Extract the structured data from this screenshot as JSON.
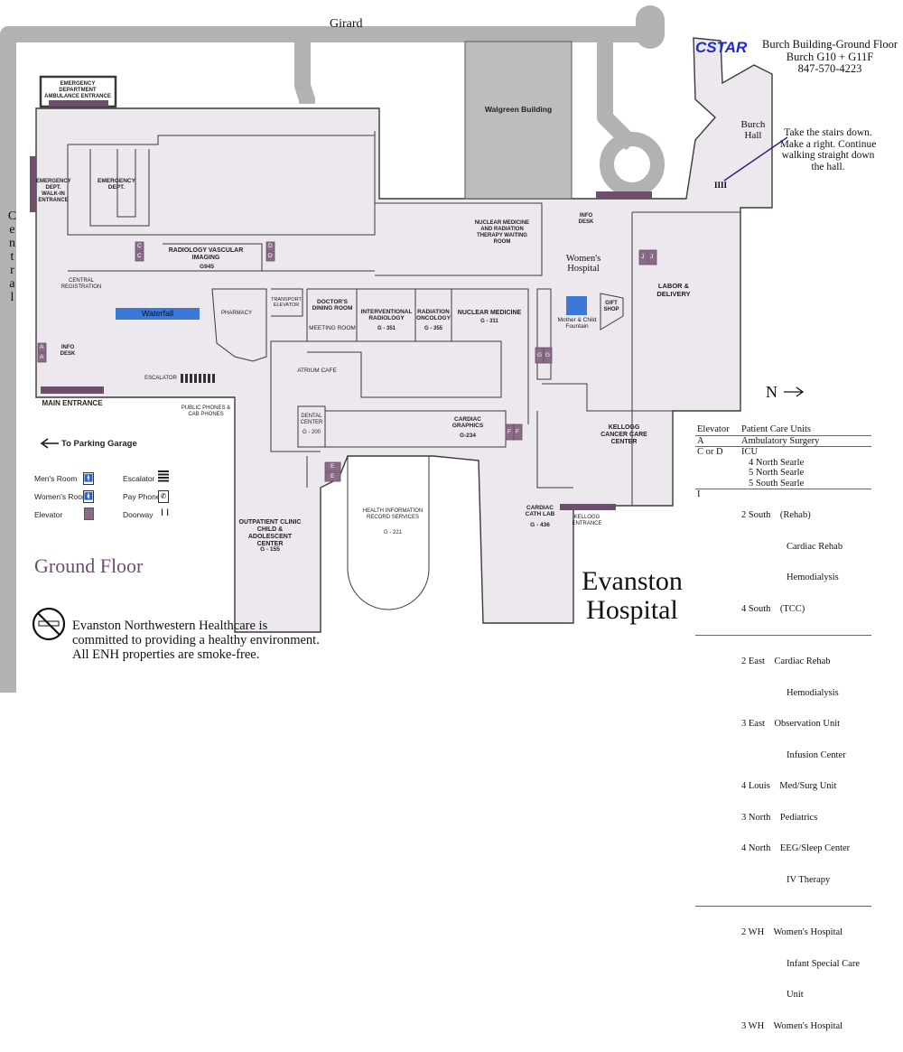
{
  "streets": {
    "top": "Girard",
    "left": "Central"
  },
  "header": {
    "logo": "CSTAR",
    "building": "Burch Building-Ground Floor",
    "rooms": "Burch G10 + G11F",
    "phone": "847-570-4223"
  },
  "directions": {
    "building_label": "Burch Hall",
    "text": "Take the stairs down. Make a right. Continue walking straight down the hall.",
    "marker": "IIII"
  },
  "map_title": "Ground Floor",
  "hospital_name": [
    "Evanston",
    "Hospital"
  ],
  "north": "N",
  "rooms": {
    "emergency_ambulance": "EMERGENCY DEPARTMENT AMBULANCE ENTRANCE",
    "emergency_walkin": "EMERGENCY DEPT. WALK-IN ENTRANCE",
    "emergency_dept": "EMERGENCY DEPT.",
    "walgreen": "Walgreen Building",
    "nuclear_therapy": "NUCLEAR MEDICINE AND RADIATION THERAPY WAITING ROOM",
    "info_desk_top": "INFO DESK",
    "info_desk_left": "INFO DESK",
    "womens_hospital": "Women's Hospital",
    "labor": "LABOR & DELIVERY",
    "gift_shop": "GIFT SHOP",
    "fountain": "Mother & Child Fountain",
    "radiology": "RADIOLOGY VASCULAR IMAGING",
    "radiology_num": "G945",
    "central_reg": "CENTRAL REGISTRATION",
    "waterfall": "Waterfall",
    "pharmacy": "PHARMACY",
    "transport": "TRANSPORT ELEVATOR",
    "doctors_dining": "DOCTOR'S DINING ROOM",
    "meeting": "MEETING ROOM",
    "interventional": "INTERVENTIONAL RADIOLOGY",
    "interventional_num": "G - 351",
    "rad_onc": "RADIATION ONCOLOGY",
    "rad_onc_num": "G - 355",
    "nuc_med": "NUCLEAR MEDICINE",
    "nuc_med_num": "G - 311",
    "atrium": "ATRIUM CAFE",
    "escalator": "ESCALATOR",
    "main_entrance": "MAIN ENTRANCE",
    "public_phones": "PUBLIC PHONES & CAB PHONES",
    "dental": "DENTAL CENTER",
    "dental_num": "G - 200",
    "cardiac_graphics": "CARDIAC GRAPHICS",
    "cardiac_graphics_num": "G-234",
    "kellogg_cc": "KELLOGG CANCER CARE CENTER",
    "parking": "To Parking Garage",
    "outpatient": "OUTPATIENT CLINIC CHILD & ADOLESCENT CENTER",
    "outpatient_num": "G - 155",
    "him": "HEALTH INFORMATION RECORD SERVICES",
    "him_num": "G - 221",
    "cath_lab": "CARDIAC CATH LAB",
    "cath_lab_num": "G - 436",
    "kellogg_entrance": "KELLOGG ENTRANCE"
  },
  "legend": {
    "mens": "Men's Room",
    "womens": "Women's Room",
    "elevator": "Elevator",
    "escalator": "Escalator",
    "payphone": "Pay Phone",
    "doorway": "Doorway"
  },
  "elevator_letters": [
    "A",
    "A",
    "C",
    "C",
    "D",
    "D",
    "G",
    "G",
    "J",
    "J",
    "F",
    "F",
    "E",
    "E"
  ],
  "smoke_free": [
    "Evanston Northwestern Healthcare is",
    "committed to providing a healthy environment.",
    "All ENH properties are smoke-free."
  ],
  "units_table": {
    "headers": [
      "Elevator",
      "Patient Care Units"
    ],
    "groups": [
      {
        "elevator": "A",
        "units": [
          "Ambulatory Surgery"
        ]
      },
      {
        "elevator": "C or D",
        "units": [
          "ICU",
          "4 North Searle",
          "5 North Searle",
          "5 South Searle"
        ]
      },
      {
        "elevator": "I",
        "units": [
          "2 South    (Rehab)",
          "Cardiac Rehab",
          "Hemodialysis",
          "4 South    (TCC)"
        ]
      },
      {
        "elevator": "",
        "units": [
          "2 East    Cardiac Rehab",
          "Hemodialysis",
          "3 East    Observation Unit",
          "Infusion Center",
          "4 Louis    Med/Surg Unit",
          "3 North    Pediatrics",
          "4 North    EEG/Sleep Center",
          "IV Therapy"
        ]
      },
      {
        "elevator": "",
        "units": [
          "2 WH    Women's Hospital",
          "Infant Special Care",
          "Unit",
          "3 WH    Women's Hospital"
        ]
      }
    ]
  },
  "colors": {
    "floor": "#ede7ee",
    "wall": "#3a3a3a",
    "road": "#b2b2b2",
    "elevator": "#8a6b88",
    "water": "#3b78d8",
    "walgreen": "#bdbdbd",
    "entrance_bar": "#6d4f6d",
    "logo": "#1a2bd6"
  }
}
